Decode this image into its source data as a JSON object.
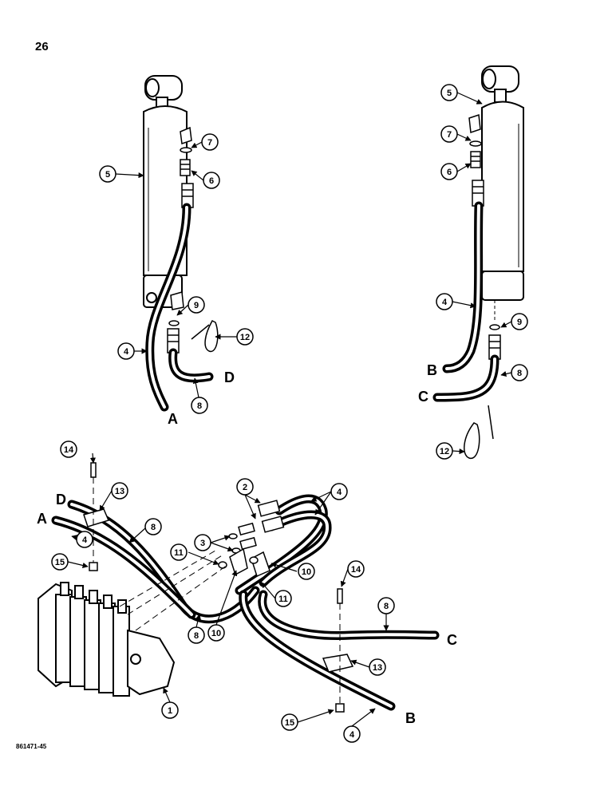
{
  "page": {
    "number": "26",
    "drawing_code": "861471-45"
  },
  "colors": {
    "ink": "#000000",
    "paper": "#ffffff"
  },
  "callouts": {
    "c1": "1",
    "c2": "2",
    "c3": "3",
    "c4": "4",
    "c5": "5",
    "c6": "6",
    "c7": "7",
    "c8": "8",
    "c9": "9",
    "c10": "10",
    "c11": "11",
    "c12": "12",
    "c13": "13",
    "c14": "14",
    "c15": "15"
  },
  "hose_ends": {
    "a": "A",
    "b": "B",
    "c": "C",
    "d": "D"
  }
}
